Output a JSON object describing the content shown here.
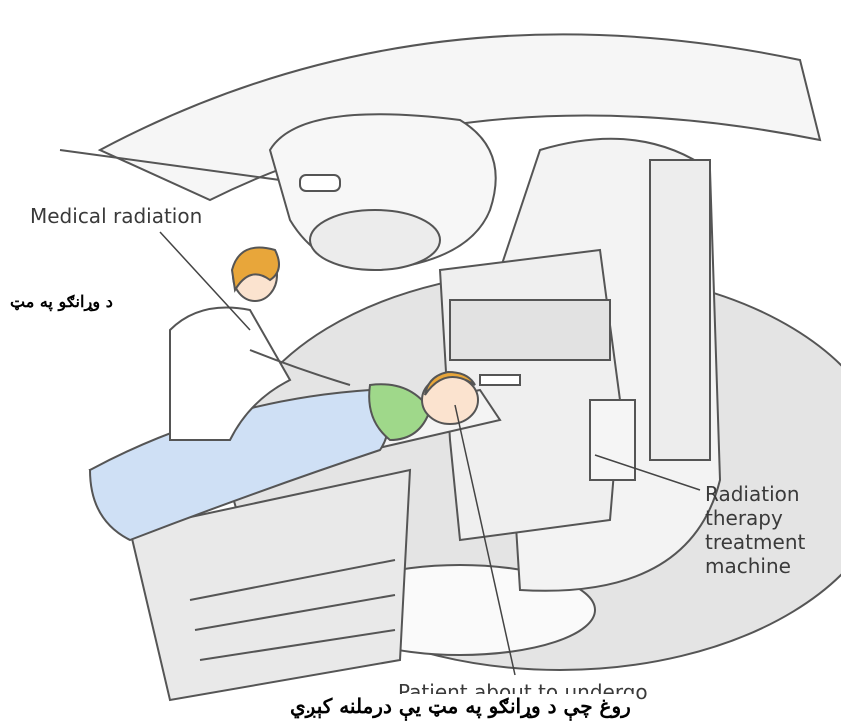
{
  "labels": {
    "medical_radiation": "Medical radiation",
    "treatment_machine": "Radiation\ntherapy\ntreatment\nmachine",
    "patient": "Patient about to undergo"
  },
  "pashto": {
    "side_caption": "د وړانګو په مټ",
    "bottom_caption": "روغ چې د وړانګو په مټ یې درملنه کېږي"
  },
  "palette": {
    "line": "#4a4a4a",
    "floor": "#e6e6e6",
    "machine": "#f2f2f2",
    "patient_shirt": "#9fd88a",
    "blanket": "#cfe0f5",
    "hair": "#e8a63a"
  }
}
